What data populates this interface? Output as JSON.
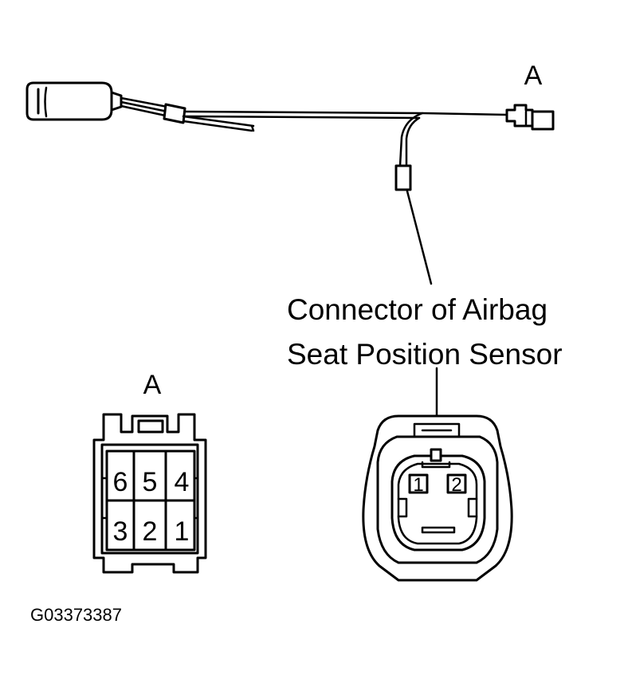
{
  "labels": {
    "connector_a_top": "A",
    "connector_a_bottom": "A",
    "callout_line1": "Connector of Airbag",
    "callout_line2": "Seat Position Sensor",
    "figure_id": "G03373387"
  },
  "connector_a_pins": {
    "top_row": [
      "6",
      "5",
      "4"
    ],
    "bottom_row": [
      "3",
      "2",
      "1"
    ]
  },
  "sensor_connector_pins": [
    "1",
    "2"
  ]
}
